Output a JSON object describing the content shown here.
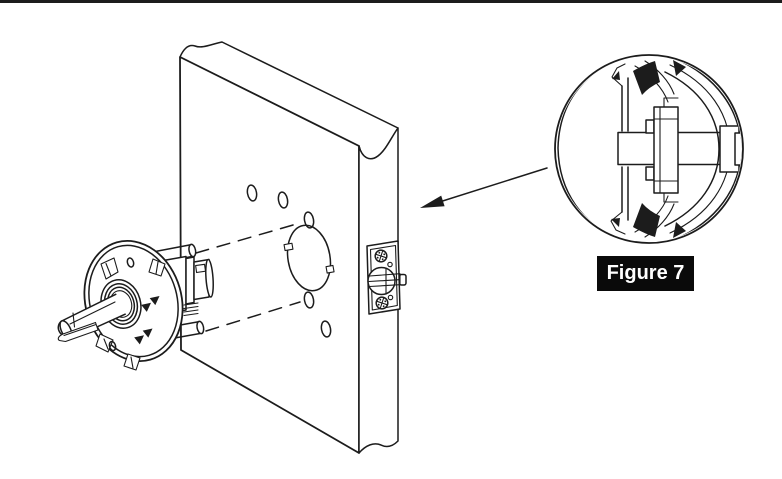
{
  "colors": {
    "background": "#ffffff",
    "line": "#1c1c1c",
    "label_bg": "#0a0a0a",
    "label_fg": "#ffffff"
  },
  "figure_label": {
    "text": "Figure 7"
  },
  "illustration": {
    "elements": [
      "door-panel",
      "cross-bore-hole",
      "door-face-pilot-holes",
      "lock-chassis",
      "rose-plate",
      "half-round-spindle",
      "mounting-posts",
      "alignment-dashed-lines",
      "edge-latch-assembly",
      "latch-faceplate-screws",
      "magnified-latch-detail-circle",
      "callout-arrow"
    ]
  }
}
